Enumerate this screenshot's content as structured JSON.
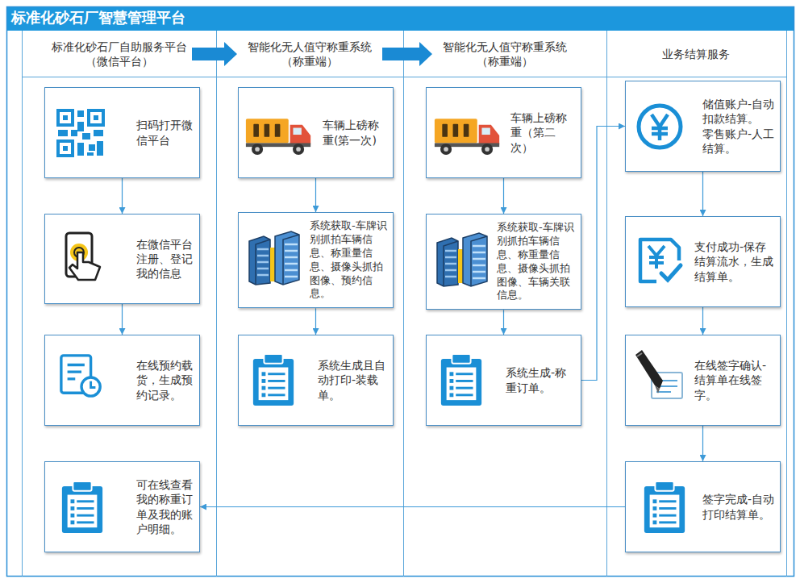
{
  "diagram": {
    "title": "标准化砂石厂智慧管理平台",
    "nodes": [
      {
        "text": [
          "标准化砂石厂自助服务平台 （微信平台）"
        ]
      },
      {
        "text": [
          "智能化无人值守称重系统 （称重端）"
        ]
      },
      {
        "text": [
          "智能化无人值守称重系统 （称重端）"
        ]
      },
      {
        "text": [
          "业务结算服务"
        ]
      },
      {
        "text": [
          "扫码打开微信平台"
        ]
      },
      {
        "text": [
          "在微信平台注册、登记我的信息"
        ]
      },
      {
        "text": [
          "在线预约载货，生成预约记录。"
        ]
      },
      {
        "text": [
          "可在线查看我的称重订单及我的账户明细。"
        ]
      },
      {
        "text": [
          "车辆上磅称重(第一次)"
        ]
      },
      {
        "text": [
          "系统获取-车牌识别抓拍车辆信息、称重量信息、摄像头抓拍图像、预约信息。"
        ]
      },
      {
        "text": [
          "系统生成且自动打印-装载单。"
        ]
      },
      {
        "text": [
          "车辆上磅称重（第二次）"
        ]
      },
      {
        "text": [
          "系统获取-车牌识别抓拍车辆信息、称重量信息、摄像头抓拍图像、车辆关联信息。"
        ]
      },
      {
        "text": [
          "系统生成-称重订单。"
        ]
      },
      {
        "text": [
          "储值账户-自动扣款结算。",
          "零售账户-人工结算。"
        ]
      },
      {
        "text": [
          "支付成功-保存结算流水，生成结算单。"
        ]
      },
      {
        "text": [
          "在线签字确认-结算单在线签字。"
        ]
      },
      {
        "text": [
          "签字完成-自动打印结算单。"
        ]
      }
    ],
    "edges": [
      {
        "from": 0,
        "to": 1,
        "arrow": "to"
      },
      {
        "from": 1,
        "to": 2,
        "arrow": "to"
      },
      {
        "from": 4,
        "to": 5,
        "arrow": "to"
      },
      {
        "from": 5,
        "to": 6,
        "arrow": "to"
      },
      {
        "from": 8,
        "to": 9,
        "arrow": "to"
      },
      {
        "from": 9,
        "to": 10,
        "arrow": "to"
      },
      {
        "from": 11,
        "to": 12,
        "arrow": "to"
      },
      {
        "from": 12,
        "to": 13,
        "arrow": "to"
      },
      {
        "from": 13,
        "to": 14,
        "arrow": "to"
      },
      {
        "from": 14,
        "to": 15,
        "arrow": "to"
      },
      {
        "from": 15,
        "to": 16,
        "arrow": "to"
      },
      {
        "from": 16,
        "to": 17,
        "arrow": "to"
      },
      {
        "from": 17,
        "to": 7,
        "arrow": "to"
      }
    ]
  }
}
